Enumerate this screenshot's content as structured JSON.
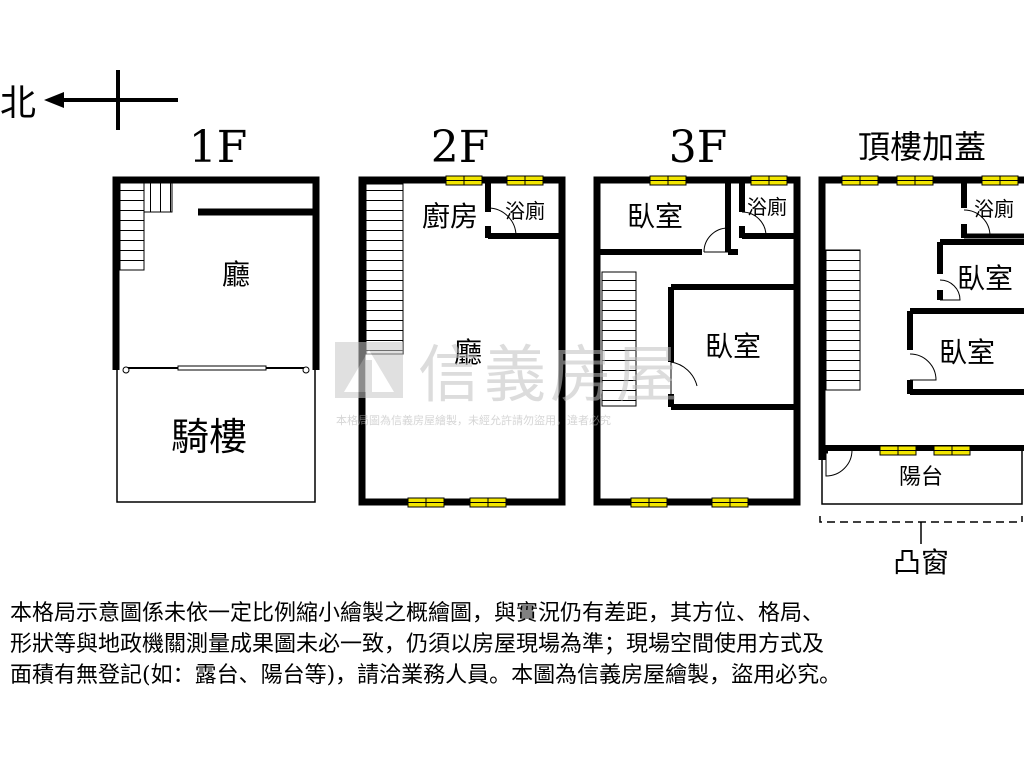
{
  "compass": {
    "north_label": "北"
  },
  "floors": [
    {
      "title": "1F",
      "rooms": [
        "廳",
        "騎樓"
      ]
    },
    {
      "title": "2F",
      "rooms": [
        "廚房",
        "浴廁",
        "廳"
      ]
    },
    {
      "title": "3F",
      "rooms": [
        "臥室",
        "浴廁",
        "臥室"
      ]
    },
    {
      "title": "頂樓加蓋",
      "rooms": [
        "浴廁",
        "臥室",
        "臥室",
        "陽台",
        "凸窗"
      ]
    }
  ],
  "watermark": {
    "brand": "信義房屋",
    "notice": "本格局圖為信義房屋繪製，未經允許請勿盜用，違者必究"
  },
  "disclaimer": [
    "本格局示意圖係未依一定比例縮小繪製之概繪圖，與實況仍有差距，其方位、格局、",
    "形狀等與地政機關測量成果圖未必一致，仍須以房屋現場為準；現場空間使用方式及",
    "面積有無登記(如：露台、陽台等)，請洽業務人員。本圖為信義房屋繪製，盜用必究。"
  ],
  "colors": {
    "wall": "#000000",
    "window_fill": "#f2e600",
    "watermark": "#c8c8c8"
  }
}
